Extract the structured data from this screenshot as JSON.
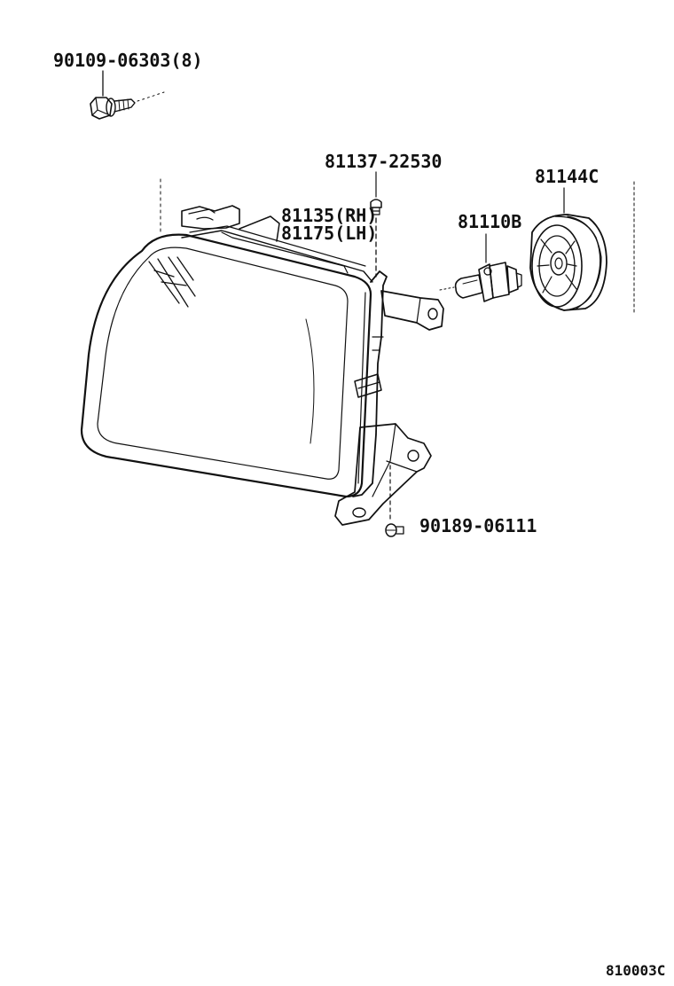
{
  "parts": {
    "bolt_flange": "90109-06303(8)",
    "screw_top": "81137-22530",
    "housing_rh": "81135(RH)",
    "housing_lh": "81175(LH)",
    "bulb": "81110B",
    "socket_cover": "81144C",
    "screw_bottom": "90189-06111"
  },
  "figure_code": "810003C"
}
